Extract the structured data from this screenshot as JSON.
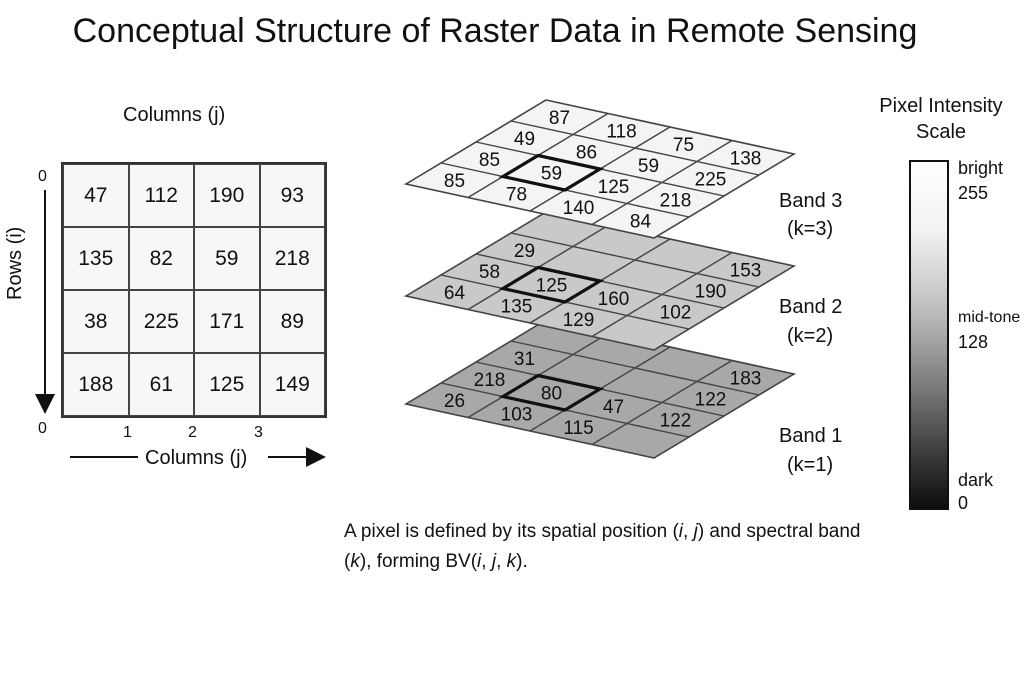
{
  "title": "Conceptual Structure of Raster Data in Remote Sensing",
  "grid": {
    "top_label": "Columns (j)",
    "bottom_label": "Columns (j)",
    "rows_label": "Rows (i)",
    "values": [
      [
        47,
        112,
        190,
        93
      ],
      [
        135,
        82,
        59,
        218
      ],
      [
        38,
        225,
        171,
        89
      ],
      [
        188,
        61,
        125,
        149
      ]
    ],
    "row_tick_top": "0",
    "row_tick_bottom": "0",
    "col_ticks": [
      "1",
      "2",
      "3"
    ]
  },
  "bands": [
    {
      "label": "Band 3",
      "k_label": "(k=3)",
      "fill": "#f4f4f4",
      "values": [
        [
          87,
          118,
          75,
          138
        ],
        [
          49,
          86,
          59,
          225
        ],
        [
          85,
          59,
          125,
          218
        ],
        [
          85,
          78,
          140,
          84
        ]
      ]
    },
    {
      "label": "Band 2",
      "k_label": "(k=2)",
      "fill": "#c9c9c9",
      "visible_values": [
        "153",
        "29",
        "190",
        "125",
        "58",
        "160",
        "102",
        "64",
        "135",
        "129"
      ]
    },
    {
      "label": "Band 1",
      "k_label": "(k=1)",
      "fill": "#a8a8a8",
      "visible_values": [
        "183",
        "31",
        "122",
        "80",
        "218",
        "47",
        "122",
        "26",
        "103",
        "115"
      ]
    }
  ],
  "caption": "A pixel is defined by its spatial position (i, j) and spectral band (k), forming BV(i, j, k).",
  "scale": {
    "title_line1": "Pixel Intensity",
    "title_line2": "Scale",
    "bright_label": "bright",
    "bright_value": "255",
    "mid_label": "mid-tone",
    "mid_value": "128",
    "dark_label": "dark",
    "dark_value": "0"
  }
}
